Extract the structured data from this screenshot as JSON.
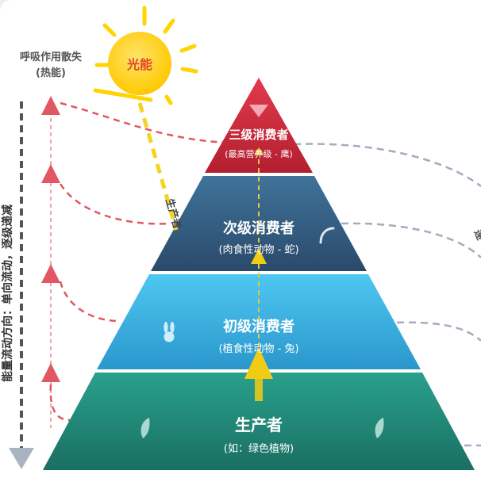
{
  "sun": {
    "label": "光能",
    "color": "#ffd400",
    "label_color": "#e0452b"
  },
  "respiration": {
    "line1": "呼吸作用散失",
    "line2": "(热能)"
  },
  "flow_direction": {
    "text": "能量流动方向：单向流动，逐级递减"
  },
  "production_label": "生产者",
  "right_edge_label": "递",
  "levels": [
    {
      "name": "三级消费者",
      "desc": "(最高营养级 - 鹰)",
      "icon": "eagle-icon",
      "color": "#c8283b"
    },
    {
      "name": "次级消费者",
      "desc": "(肉食性动物 - 蛇)",
      "icon": "snake-icon",
      "color": "#2e5c7f"
    },
    {
      "name": "初级消费者",
      "desc": "(植食性动物 - 兔)",
      "icon": "rabbit-icon",
      "color": "#36a8dc"
    },
    {
      "name": "生产者",
      "desc": "(如：绿色植物)",
      "icon": "leaf-icon",
      "color": "#1f8c7a"
    }
  ],
  "colors": {
    "arrow_up": "#f1cc14",
    "loss_red": "#e0575f",
    "decomposer_gray": "#a3acbd",
    "axis_gray": "#444"
  }
}
